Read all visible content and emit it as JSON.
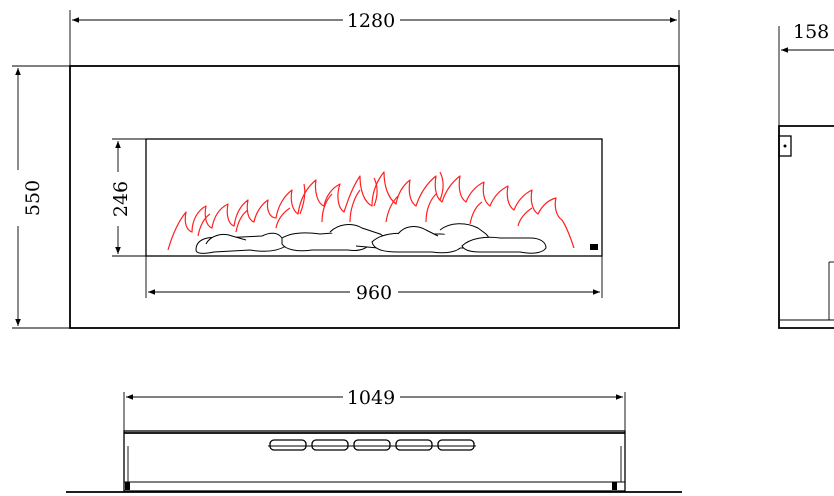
{
  "dimensions": {
    "overall_width": "1280",
    "overall_height": "550",
    "window_height": "246",
    "window_width": "960",
    "depth": "158",
    "bottom_width": "1049"
  },
  "colors": {
    "line": "#000000",
    "flame": "#ff2020",
    "background": "#ffffff"
  }
}
